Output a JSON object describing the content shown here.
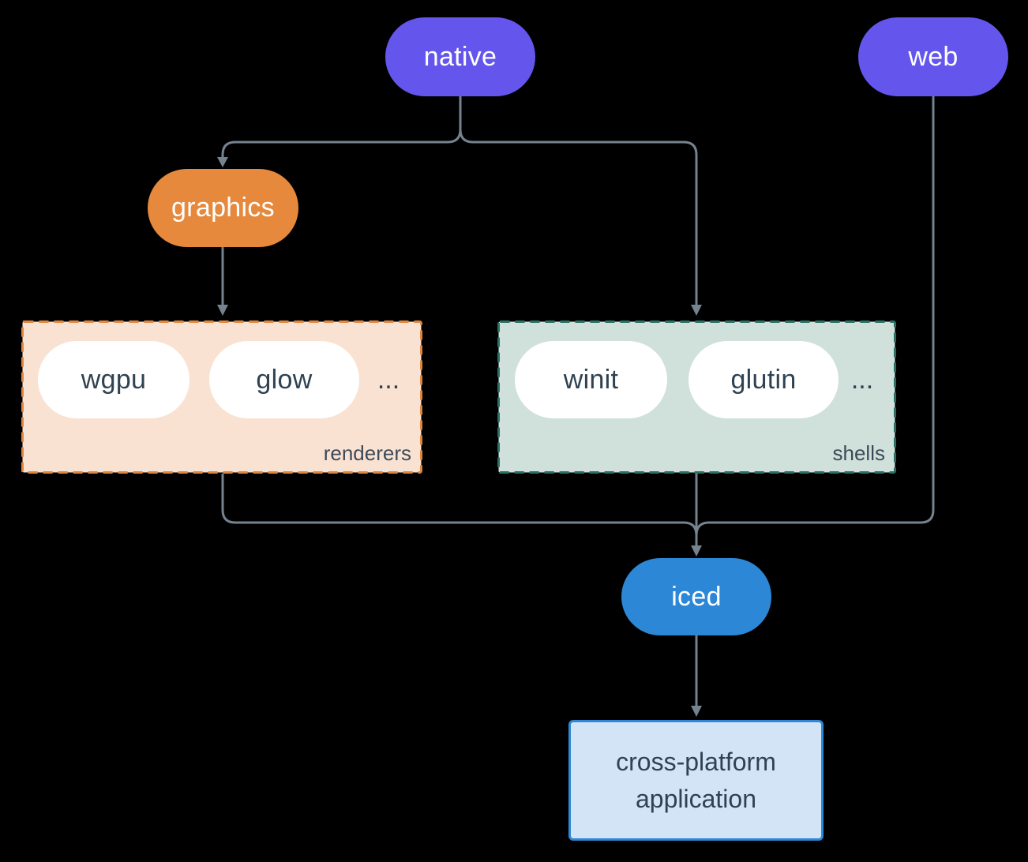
{
  "canvas": {
    "background": "#000000",
    "connector_color": "#75828f"
  },
  "nodes": {
    "native": {
      "label": "native",
      "fill": "#6456ec",
      "text_color": "#ffffff"
    },
    "web": {
      "label": "web",
      "fill": "#6456ec",
      "text_color": "#ffffff"
    },
    "graphics": {
      "label": "graphics",
      "fill": "#e6893c",
      "text_color": "#ffffff"
    },
    "iced": {
      "label": "iced",
      "fill": "#2d87d7",
      "text_color": "#ffffff"
    },
    "application": {
      "label": "cross-platform application",
      "label_line1": "cross-platform",
      "label_line2": "application",
      "fill": "#d2e4f6",
      "border_color": "#2f87d7",
      "text_color": "#2f4252"
    }
  },
  "groups": {
    "renderers": {
      "label": "renderers",
      "items": [
        {
          "label": "wgpu"
        },
        {
          "label": "glow"
        }
      ],
      "ellipsis": "...",
      "fill": "#fae2d2",
      "border_color": "#e0873f"
    },
    "shells": {
      "label": "shells",
      "items": [
        {
          "label": "winit"
        },
        {
          "label": "glutin"
        }
      ],
      "ellipsis": "...",
      "fill": "#d0e0da",
      "border_color": "#2a7064"
    }
  },
  "edges": [
    {
      "from": "native",
      "to": "graphics"
    },
    {
      "from": "native",
      "to": "shells"
    },
    {
      "from": "graphics",
      "to": "renderers"
    },
    {
      "from": "renderers",
      "to": "iced"
    },
    {
      "from": "shells",
      "to": "iced"
    },
    {
      "from": "web",
      "to": "iced"
    },
    {
      "from": "iced",
      "to": "application"
    }
  ]
}
